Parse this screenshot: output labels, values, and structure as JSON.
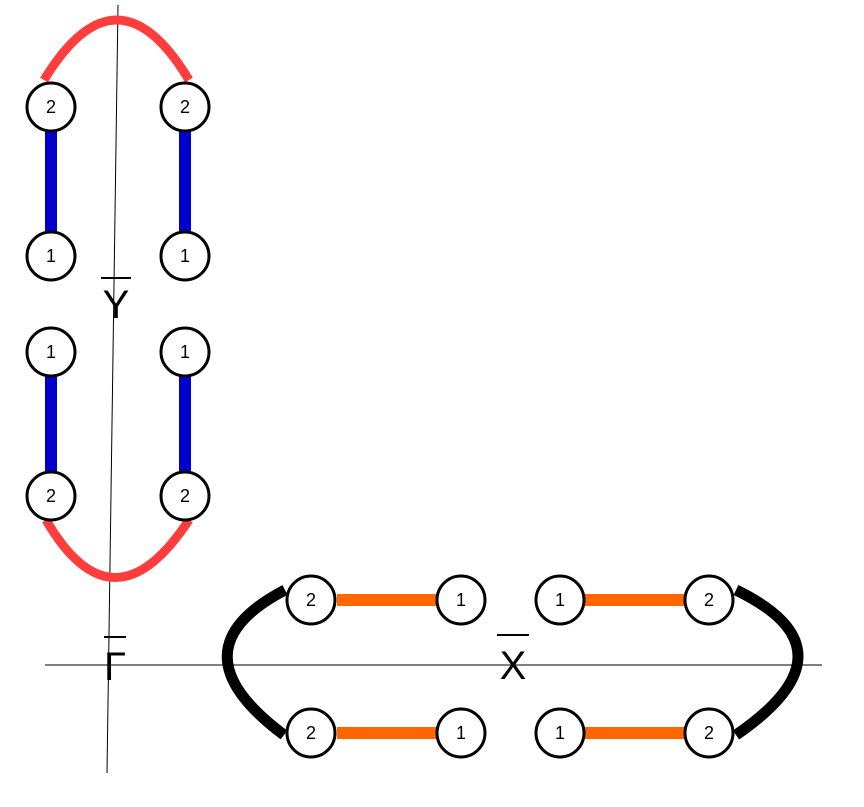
{
  "labels": {
    "gamma": "Γ",
    "x_point": "X",
    "y_point": "Y"
  },
  "nodes": {
    "top_left_upper": "2",
    "top_left_lower": "1",
    "top_right_upper": "2",
    "top_right_lower": "1",
    "mid_left_upper": "1",
    "mid_left_lower": "2",
    "mid_right_upper": "1",
    "mid_right_lower": "2",
    "row1_a": "2",
    "row1_b": "1",
    "row1_c": "1",
    "row1_d": "2",
    "row2_a": "2",
    "row2_b": "1",
    "row2_c": "1",
    "row2_d": "2"
  },
  "colors": {
    "blue_bond": "#0000cc",
    "red_arc": "#ff3d3d",
    "orange_bond": "#ff6600",
    "black_arc": "#000000"
  }
}
